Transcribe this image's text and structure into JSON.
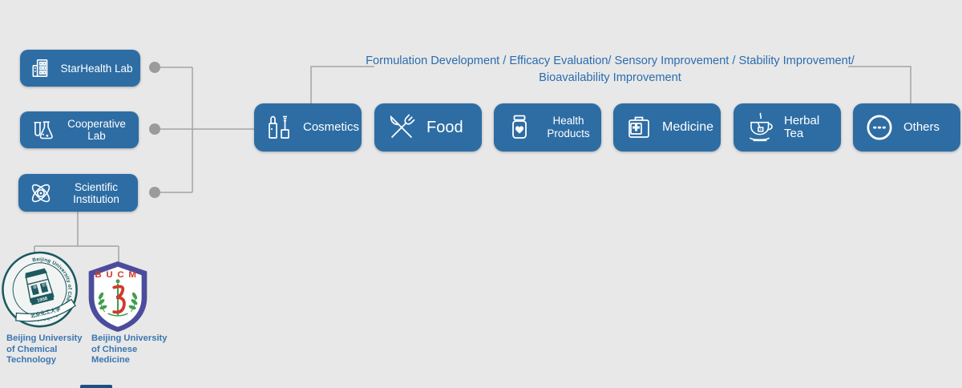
{
  "diagram": {
    "background": "#e8e8e8",
    "box_color": "#2d6da4",
    "line_color": "#a4a4a4",
    "accent_text_color": "#2b6cae"
  },
  "left_nodes": [
    {
      "label": "StarHealth Lab",
      "icon": "building-icon"
    },
    {
      "label": "Cooperative Lab",
      "icon": "lab-flask-icon"
    },
    {
      "label": "Scientific Institution",
      "icon": "atom-icon"
    }
  ],
  "services_banner": {
    "text": "Formulation Development / Efficacy Evaluation/ Sensory Improvement / Stability Improvement/ Bioavailability Improvement"
  },
  "categories": [
    {
      "label": "Cosmetics",
      "icon": "cosmetics-icon"
    },
    {
      "label": "Food",
      "icon": "food-icon"
    },
    {
      "label": "Health Products",
      "icon": "health-products-icon"
    },
    {
      "label": "Medicine",
      "icon": "medicine-icon"
    },
    {
      "label": "Herbal Tea",
      "icon": "herbal-tea-icon"
    },
    {
      "label": "Others",
      "icon": "others-icon"
    }
  ],
  "universities": {
    "buct": {
      "label": "Beijing University of Chemical Technology",
      "seal_ring_text": "Beijing University of Chemical Technology",
      "seal_year": "1958",
      "seal_motto_left": "博学",
      "seal_motto_right": "宏德",
      "seal_banner": "北京化工大学"
    },
    "bucm": {
      "label": "Beijing University of Chinese Medicine",
      "seal_acronym": "BUCM"
    }
  }
}
